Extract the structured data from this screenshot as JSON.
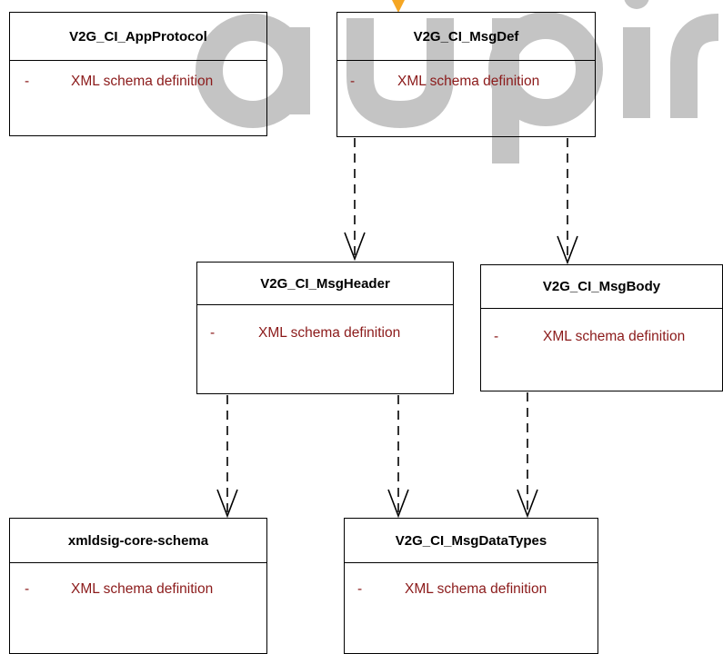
{
  "colors": {
    "text": "#8b1a1a",
    "line": "#000000",
    "watermark_gray": "#c4c4c4",
    "watermark_orange": "#f5a623"
  },
  "boxes": [
    {
      "id": "app-protocol",
      "title": "V2G_CI_AppProtocol",
      "attributes": [
        {
          "marker": "-",
          "text": "XML schema definition"
        }
      ]
    },
    {
      "id": "msg-def",
      "title": "V2G_CI_MsgDef",
      "attributes": [
        {
          "marker": "-",
          "text": "XML schema definition"
        }
      ]
    },
    {
      "id": "msg-header",
      "title": "V2G_CI_MsgHeader",
      "attributes": [
        {
          "marker": "-",
          "text": "XML schema definition"
        }
      ]
    },
    {
      "id": "msg-body",
      "title": "V2G_CI_MsgBody",
      "attributes": [
        {
          "marker": "-",
          "text": "XML schema definition"
        }
      ]
    },
    {
      "id": "xmldsig",
      "title": "xmldsig-core-schema",
      "attributes": [
        {
          "marker": "-",
          "text": "XML schema definition"
        }
      ]
    },
    {
      "id": "msg-datatypes",
      "title": "V2G_CI_MsgDataTypes",
      "attributes": [
        {
          "marker": "-",
          "text": "XML schema definition"
        }
      ]
    }
  ],
  "dependencies": [
    {
      "from": "msg-def",
      "to": "msg-header",
      "style": "dashed-open-arrow"
    },
    {
      "from": "msg-def",
      "to": "msg-body",
      "style": "dashed-open-arrow"
    },
    {
      "from": "msg-header",
      "to": "xmldsig",
      "style": "dashed-open-arrow"
    },
    {
      "from": "msg-header",
      "to": "msg-datatypes",
      "style": "dashed-open-arrow"
    },
    {
      "from": "msg-body",
      "to": "msg-datatypes",
      "style": "dashed-open-arrow"
    }
  ]
}
